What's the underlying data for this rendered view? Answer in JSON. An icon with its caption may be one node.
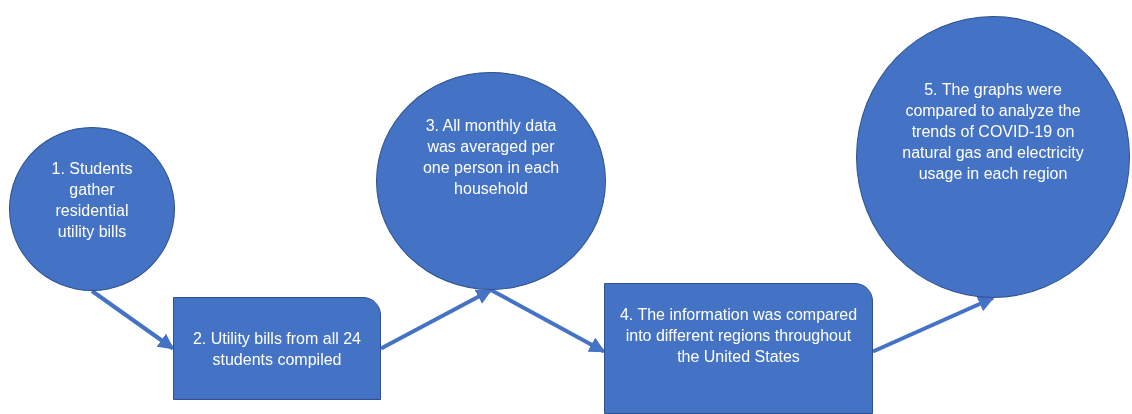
{
  "diagram": {
    "nodes": [
      {
        "text": [
          "1. Students gather residential utility bills"
        ]
      },
      {
        "text": [
          "2. Utility bills from all 24 students compiled"
        ]
      },
      {
        "text": [
          "3. All monthly data was averaged per one person in each household"
        ]
      },
      {
        "text": [
          "4. The information was compared into different regions throughout the United States"
        ]
      },
      {
        "text": [
          "5. The graphs were compared to analyze the trends of COVID-19 on natural gas and electricity usage in each region"
        ]
      }
    ],
    "edges": [
      {
        "from": 0,
        "to": 1,
        "arrow": "to"
      },
      {
        "from": 1,
        "to": 2,
        "arrow": "to"
      },
      {
        "from": 2,
        "to": 3,
        "arrow": "to"
      },
      {
        "from": 3,
        "to": 4,
        "arrow": "to"
      }
    ]
  }
}
